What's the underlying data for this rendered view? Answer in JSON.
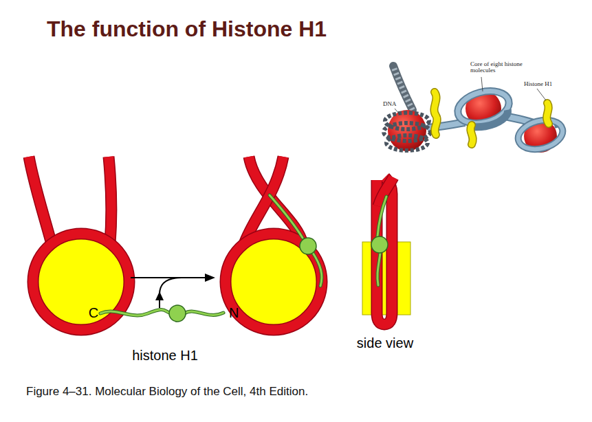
{
  "diagram": {
    "title": "The function of Histone H1",
    "caption": "Figure 4–31. Molecular Biology of the Cell, 4th Edition.",
    "labels": [
      "Core of eight histone molecules",
      "Histone H1",
      "DNA",
      "C",
      "N",
      "histone H1",
      "side view"
    ]
  }
}
